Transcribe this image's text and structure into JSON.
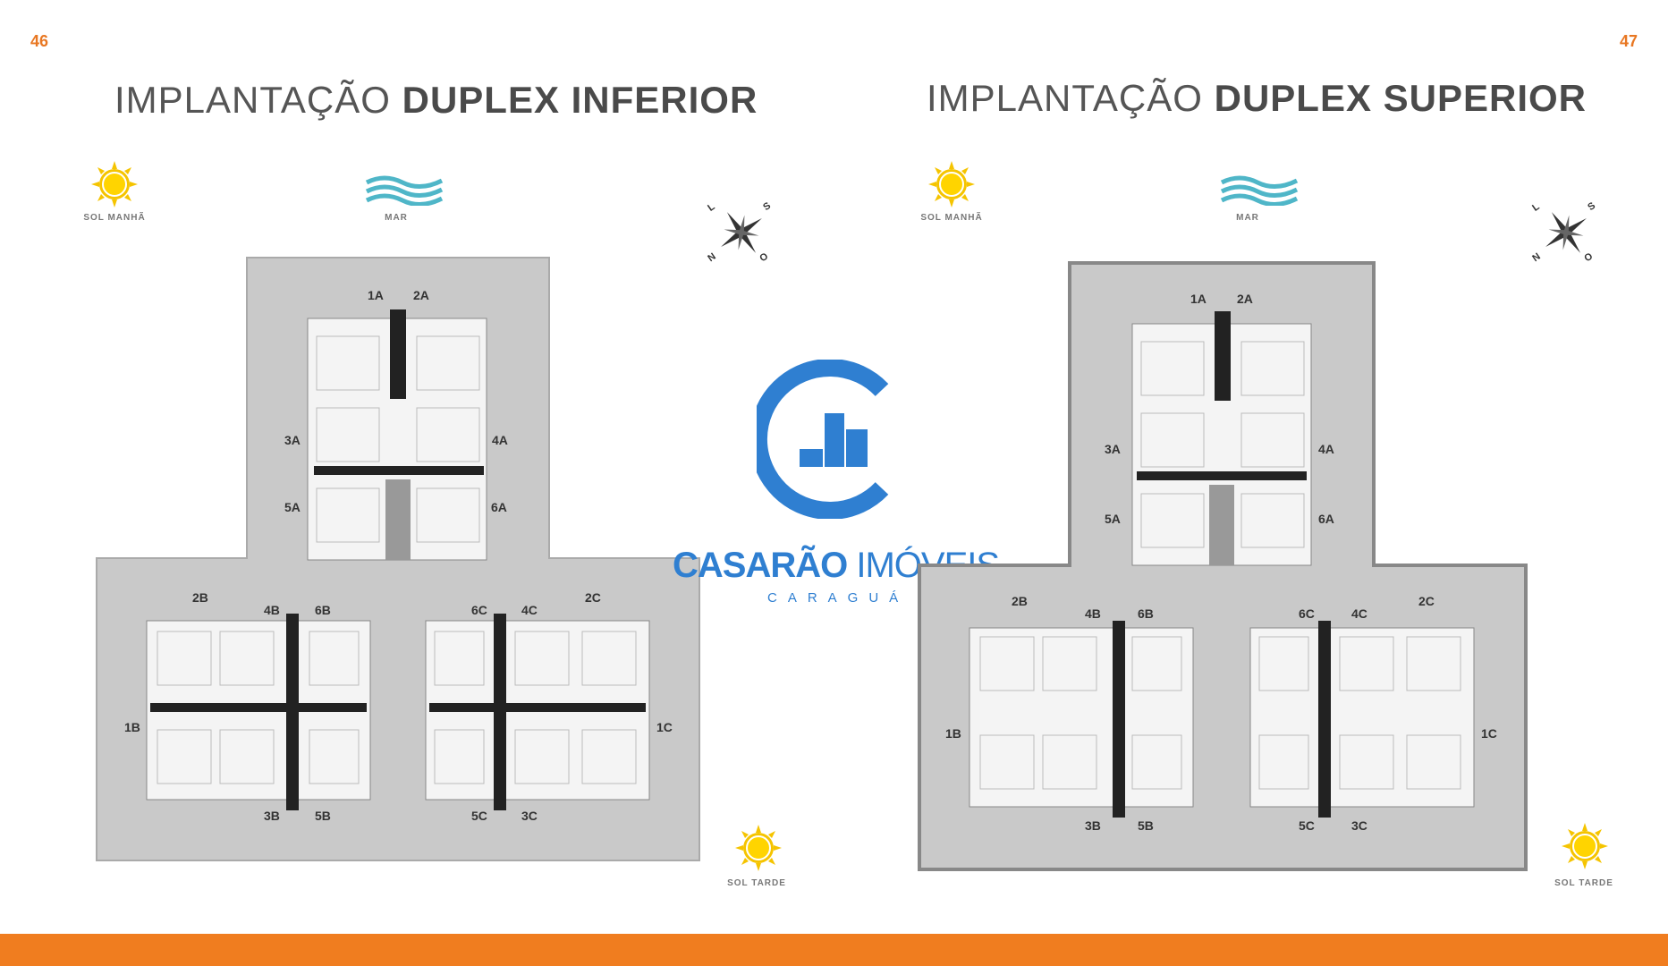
{
  "pages": {
    "left": "46",
    "right": "47"
  },
  "left": {
    "title_light": "IMPLANTAÇÃO ",
    "title_bold": "DUPLEX INFERIOR",
    "sol_manha": "SOL MANHÃ",
    "mar": "MAR",
    "sol_tarde": "SOL TARDE",
    "units": [
      "1A",
      "2A",
      "3A",
      "4A",
      "5A",
      "6A",
      "2B",
      "4B",
      "6B",
      "1B",
      "3B",
      "5B",
      "6C",
      "4C",
      "2C",
      "1C",
      "5C",
      "3C"
    ]
  },
  "right": {
    "title_light": "IMPLANTAÇÃO ",
    "title_bold": "DUPLEX SUPERIOR",
    "sol_manha": "SOL MANHÃ",
    "mar": "MAR",
    "sol_tarde": "SOL TARDE",
    "units": [
      "1A",
      "2A",
      "3A",
      "4A",
      "5A",
      "6A",
      "2B",
      "4B",
      "6B",
      "1B",
      "3B",
      "5B",
      "6C",
      "4C",
      "2C",
      "1C",
      "5C",
      "3C"
    ]
  },
  "compass": {
    "n": "N",
    "s": "S",
    "l": "L",
    "o": "O"
  },
  "logo": {
    "name_bold": "CASARÃO",
    "name_light": "IMÓVEIS",
    "subtitle": "CARAGUÁ"
  },
  "colors": {
    "accent": "#f07d1f",
    "logo": "#2f7fd1",
    "site": "#c9c9c9",
    "sun": "#f5c400",
    "sea": "#4fb6c8"
  },
  "icons": [
    "sun-icon",
    "sea-waves-icon",
    "compass-icon"
  ]
}
